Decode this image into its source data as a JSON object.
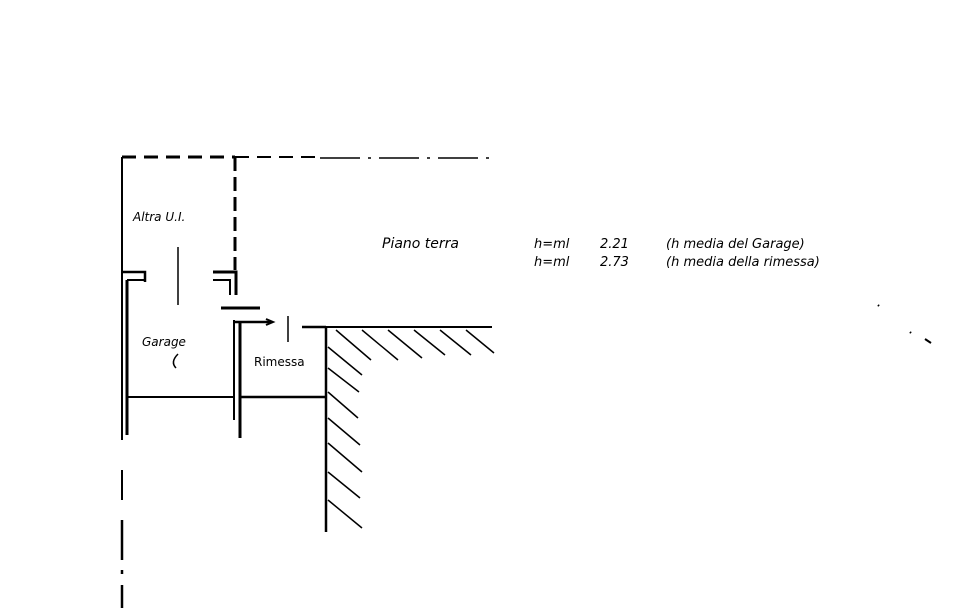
{
  "drawing": {
    "type": "floor-plan-sketch",
    "floor_label": "Piano terra",
    "rooms": [
      {
        "id": "altra-ui",
        "label": "Altra U.I."
      },
      {
        "id": "garage",
        "label": "Garage"
      },
      {
        "id": "rimessa",
        "label": "Rimessa"
      }
    ],
    "height_notes": [
      {
        "prefix": "h=ml",
        "value": "2.21",
        "description": "(h media del Garage)"
      },
      {
        "prefix": "h=ml",
        "value": "2.73",
        "description": "(h media della rimessa)"
      }
    ],
    "colors": {
      "ink": "#000000",
      "paper": "#ffffff"
    }
  }
}
